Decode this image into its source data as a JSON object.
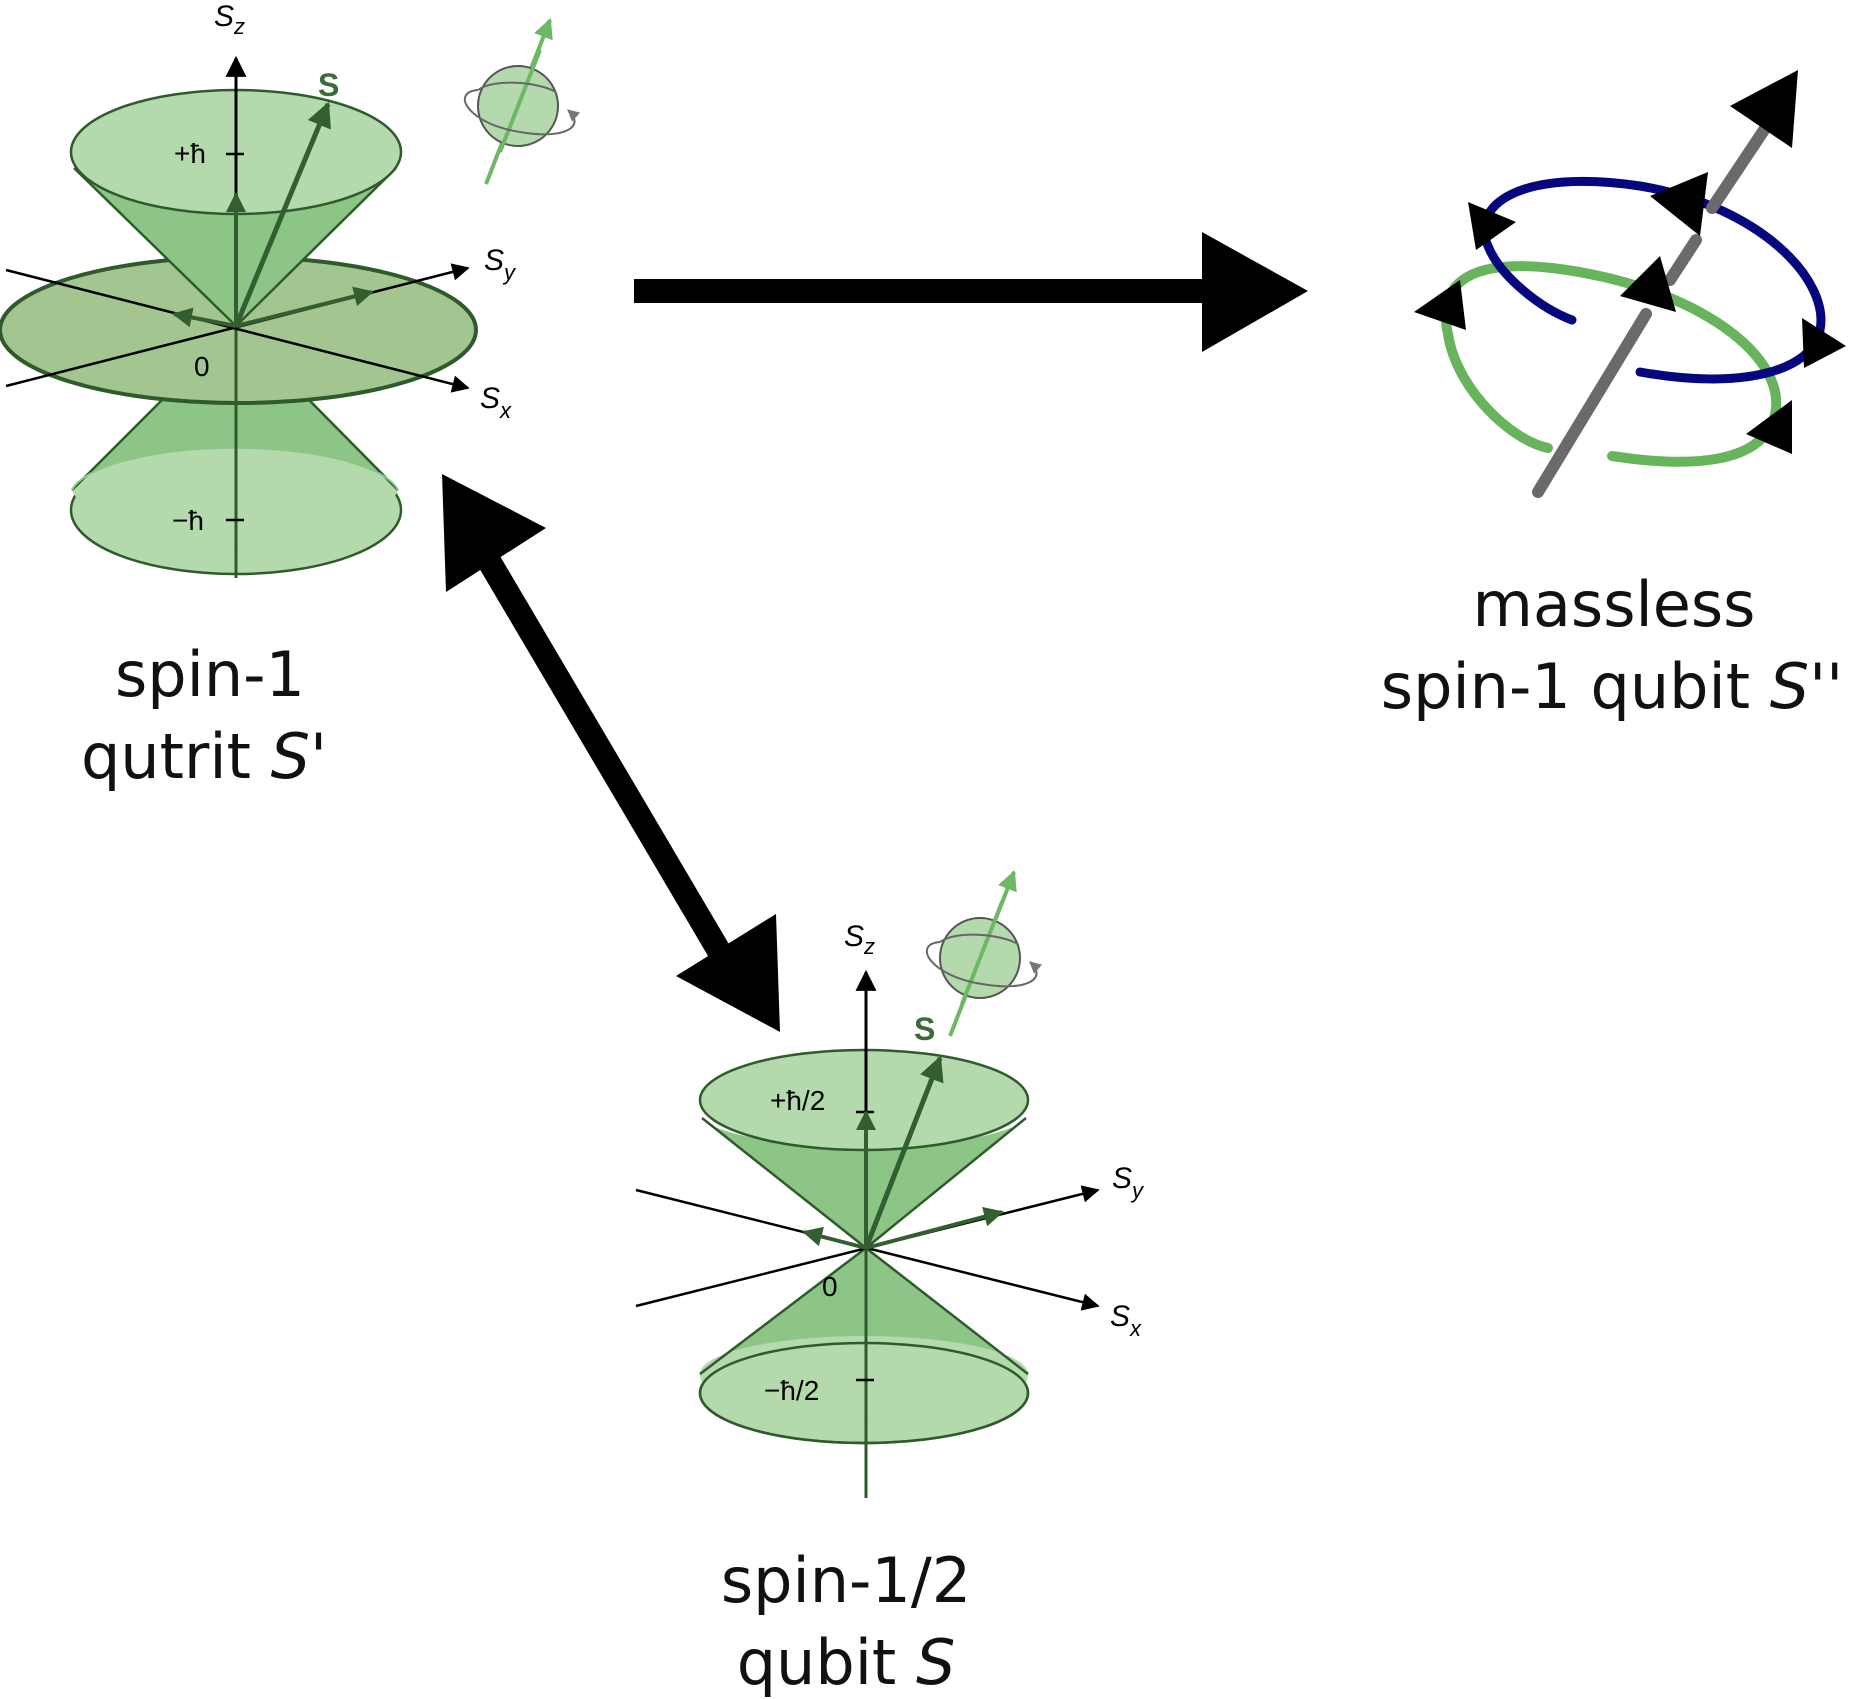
{
  "diagram": {
    "colors": {
      "cone_fill": "#8cc585",
      "cone_light": "#b3d9ac",
      "cone_stroke": "#2f5a2c",
      "plane_fill": "#a3c58f",
      "vector": "#335f30",
      "spin_arrow": "#6db865",
      "ring_blue": "#06067f",
      "ring_green": "#67b45c",
      "rod_gray": "#6a6a6a",
      "arrow": "#000000"
    },
    "spin1": {
      "axis_z": "S",
      "axis_z_sub": "z",
      "axis_y": "S",
      "axis_y_sub": "y",
      "axis_x": "S",
      "axis_x_sub": "x",
      "vec_label": "S",
      "tick_plus": "+ħ",
      "tick_zero": "0",
      "tick_minus": "−ħ",
      "caption_line1": "spin-1",
      "caption_line2_prefix": "qutrit ",
      "caption_line2_italic": "S",
      "caption_line2_suffix": "'"
    },
    "spin_half": {
      "axis_z": "S",
      "axis_z_sub": "z",
      "axis_y": "S",
      "axis_y_sub": "y",
      "axis_x": "S",
      "axis_x_sub": "x",
      "vec_label": "S",
      "tick_plus": "+ħ/2",
      "tick_zero": "0",
      "tick_minus": "−ħ/2",
      "caption_line1": "spin-1/2",
      "caption_line2_prefix": "qubit ",
      "caption_line2_italic": "S",
      "caption_line2_suffix": ""
    },
    "massless": {
      "caption_line1": "massless",
      "caption_line2_prefix": "spin-1 qubit ",
      "caption_line2_italic": "S",
      "caption_line2_suffix": "''"
    }
  }
}
